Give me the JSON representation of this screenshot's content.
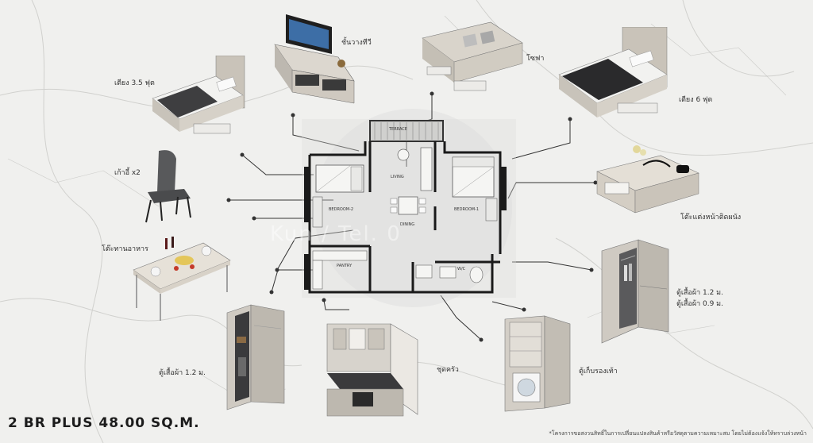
{
  "title": "2 BR PLUS 48.00 SQ.M.",
  "note": "*โครงการขอสงวนสิทธิ์ในการเปลี่ยนแปลงสินค้าหรือวัสดุตามความเหมาะสม โดยไม่ต้องแจ้งให้ทราบล่วงหน้า",
  "watermark": "Kun / Tel. 0",
  "furniture_labels": {
    "tv": "ชั้นวางทีวี",
    "sofa": "โซฟา",
    "bed_single": "เตียง 3.5 ฟุต",
    "bed_double": "เตียง 6 ฟุต",
    "chair": "เก้าอี้ x2",
    "vanity": "โต๊ะแต่งหน้าติดผนัง",
    "dining_table": "โต๊ะทานอาหาร",
    "wardrobe_large": "ตู้เสื้อผ้า 1.2 ม.",
    "wardrobe_small": "ตู้เสื้อผ้า 0.9 ม.",
    "wardrobe_bottom": "ตู้เสื้อผ้า 1.2 ม.",
    "kitchen": "ชุดครัว",
    "shoe_cabinet": "ตู้เก็บรองเท้า"
  },
  "rooms": {
    "terrace": "TERRACE",
    "living": "LIVING",
    "bedroom2": "BEDROOM-2",
    "bedroom1": "BEDROOM-1",
    "dining": "DINING",
    "pantry": "PANTRY",
    "wc": "W/C"
  }
}
